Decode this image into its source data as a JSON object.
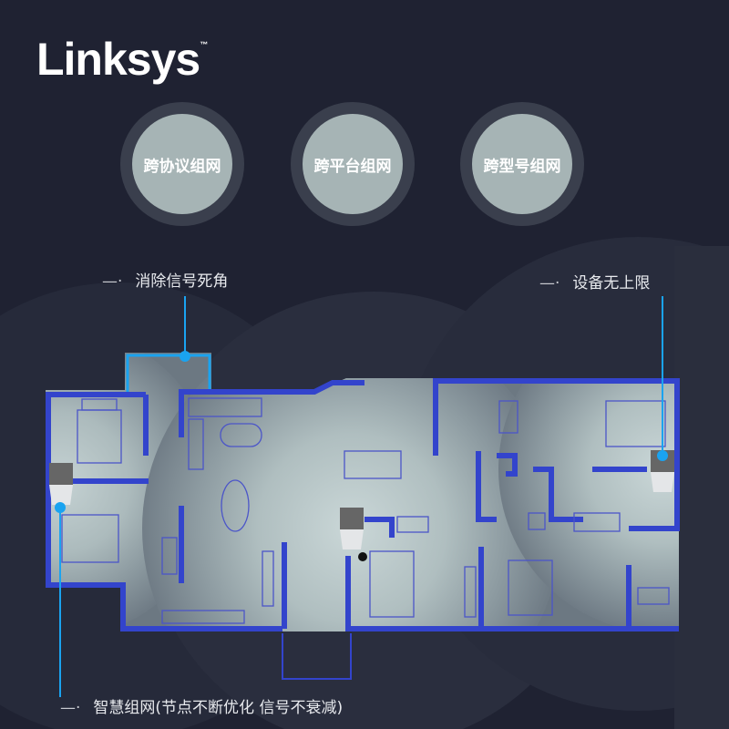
{
  "brand": {
    "logo_text": "Linksys",
    "trademark": "™"
  },
  "features": [
    {
      "label": "跨协议组网"
    },
    {
      "label": "跨平台组网"
    },
    {
      "label": "跨型号组网"
    }
  ],
  "callouts": {
    "dead_zone": "消除信号死角",
    "unlimited_devices": "设备无上限",
    "smart_mesh": "智慧组网(节点不断优化 信号不衰减)",
    "dash": "—·"
  },
  "colors": {
    "background": "#1f2232",
    "wall": "#3344cc",
    "accent": "#1aa3f0",
    "floor": "#8e9aa0"
  }
}
